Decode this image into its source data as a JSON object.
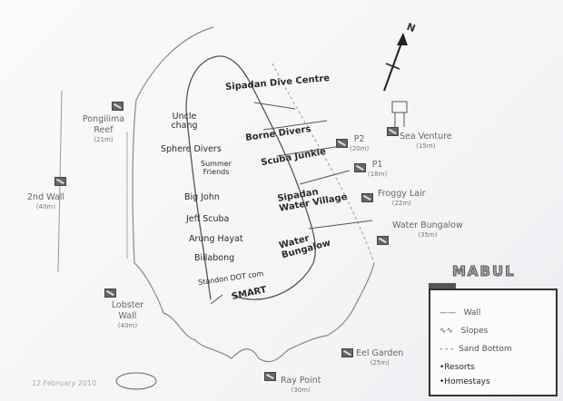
{
  "map": {
    "title": "MABUL",
    "date": "12 February 2010",
    "north_label": "N",
    "resorts": [
      "Sipadan Dive Centre",
      "Uncle chang",
      "Sphere Divers",
      "Summer Friends",
      "Big John",
      "Jeff Scuba",
      "Arung Hayat",
      "Billabong",
      "Standon DOT com",
      "SMART",
      "Borne Divers",
      "Scuba Junkie",
      "Sipadan Water Village",
      "Water Bungalow"
    ],
    "dive_sites": [
      {
        "name": "Pongilima Reef",
        "depth": "(21m)"
      },
      {
        "name": "2nd Wall",
        "depth": "(40m)"
      },
      {
        "name": "P2",
        "depth": "(20m)"
      },
      {
        "name": "P1",
        "depth": "(18m)"
      },
      {
        "name": "Sea Venture",
        "depth": "(15m)"
      },
      {
        "name": "Froggy Lair",
        "depth": "(22m)"
      },
      {
        "name": "Water Bungalow",
        "depth": "(35m)"
      },
      {
        "name": "Lobster Wall",
        "depth": "(40m)"
      },
      {
        "name": "Eel Garden",
        "depth": "(25m)"
      },
      {
        "name": "Ray Point",
        "depth": "(30m)"
      }
    ],
    "legend": {
      "wall": "Wall",
      "slopes": "Slopes",
      "sand": "Sand Bottom",
      "resorts": "•Resorts",
      "homestays": "•Homestays"
    }
  }
}
